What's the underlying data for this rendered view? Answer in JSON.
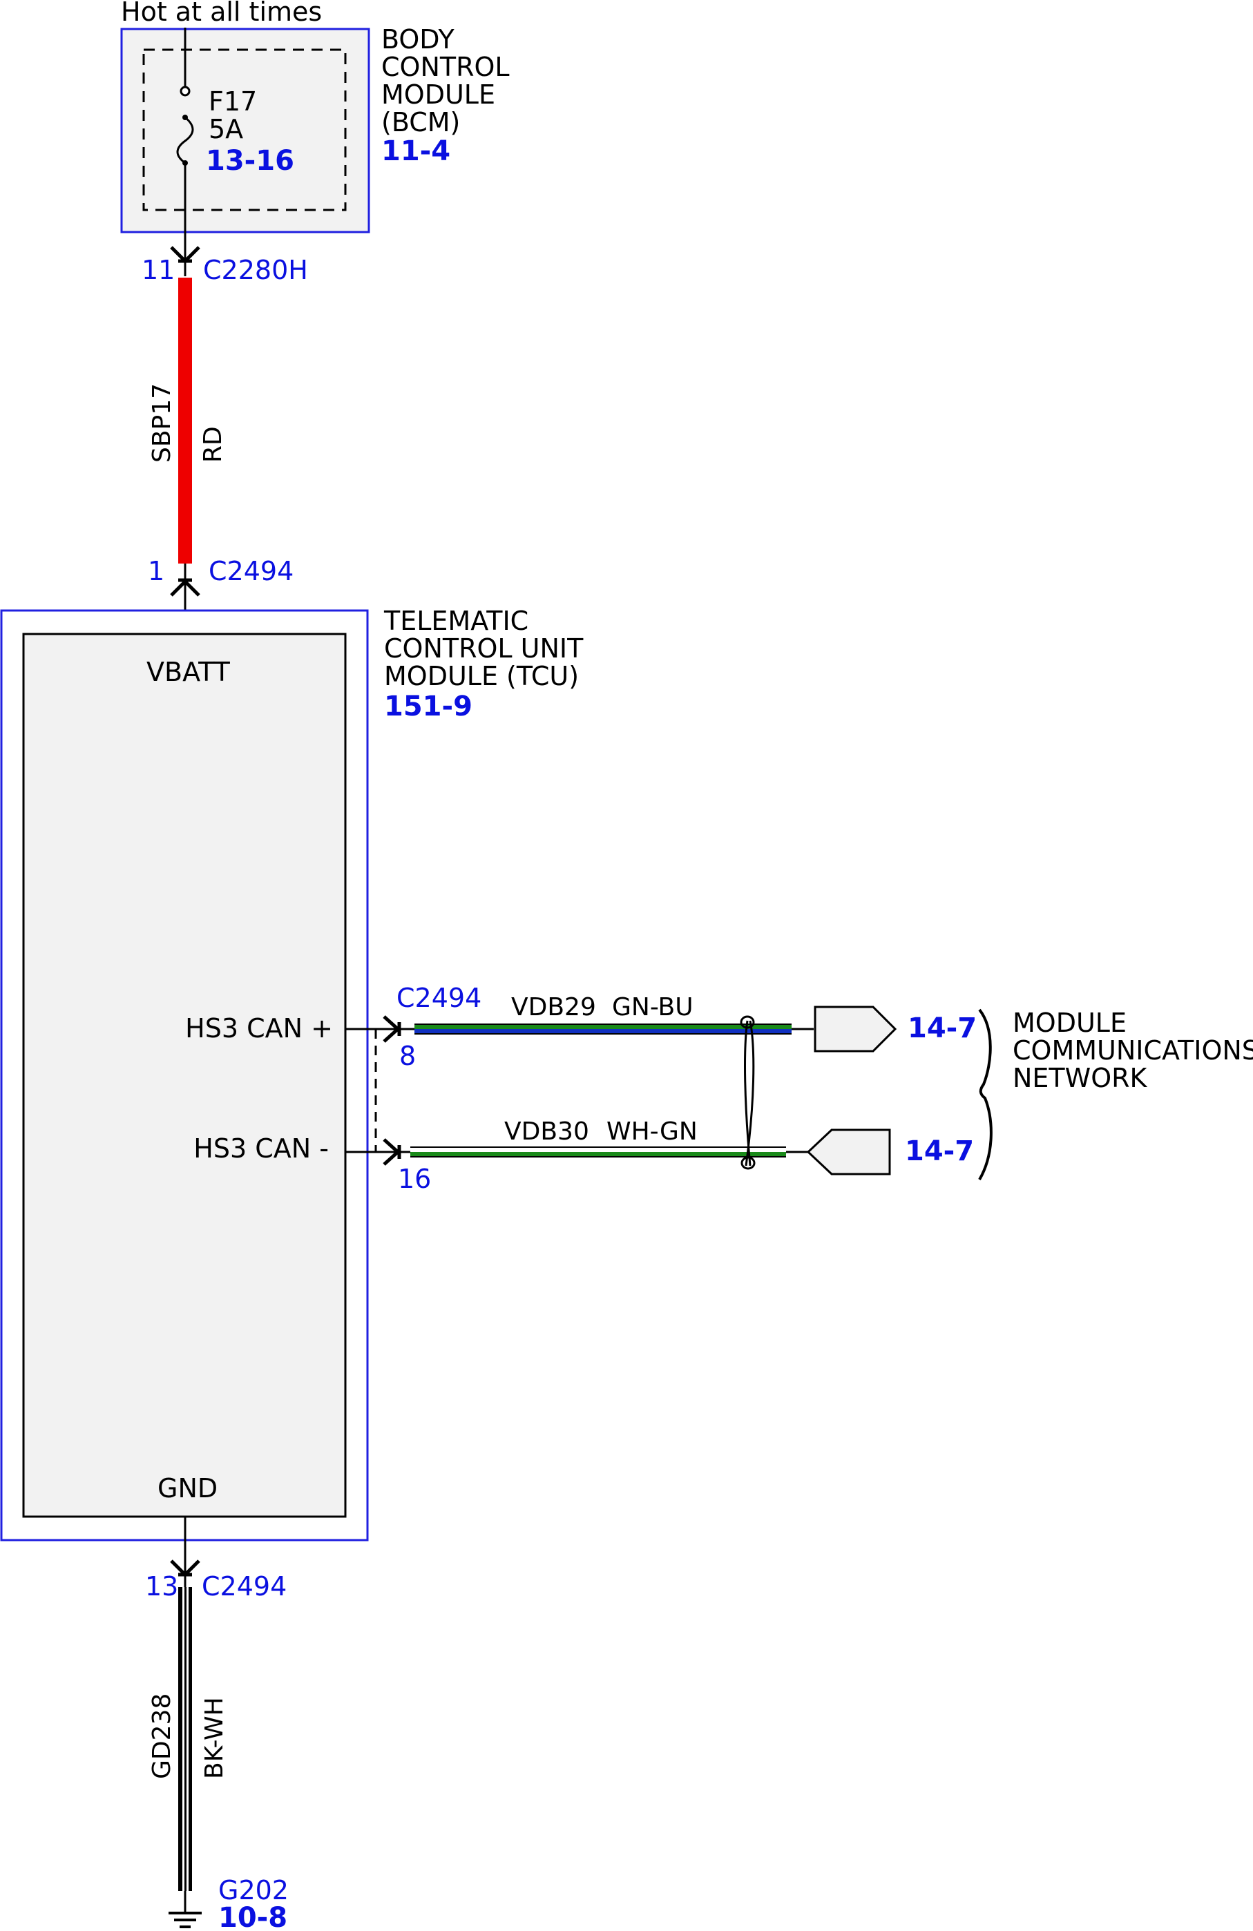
{
  "power": {
    "label": "Hot at all times"
  },
  "bcm": {
    "name_lines": [
      "BODY",
      "CONTROL",
      "MODULE",
      "(BCM)"
    ],
    "ref": "11-4",
    "fuse": {
      "name": "F17",
      "rating": "5A",
      "ref": "13-16"
    }
  },
  "feed_wire": {
    "circuit": "SBP17",
    "color": "RD",
    "color_hex": "#ee0000",
    "top_connector": {
      "pin": "11",
      "name": "C2280H"
    },
    "bottom_connector": {
      "pin": "1",
      "name": "C2494"
    }
  },
  "tcu": {
    "name_lines": [
      "TELEMATIC",
      "CONTROL UNIT",
      "MODULE (TCU)"
    ],
    "ref": "151-9",
    "pins": {
      "vbatt": "VBATT",
      "gnd": "GND",
      "can_hi": "HS3 CAN +",
      "can_lo": "HS3 CAN -"
    }
  },
  "can_bus": {
    "connector": "C2494",
    "hi": {
      "pin": "8",
      "circuit": "VDB29",
      "color": "GN-BU",
      "ref": "14-7",
      "colors_hex": [
        "#1a8a1a",
        "#1030c0"
      ]
    },
    "lo": {
      "pin": "16",
      "circuit": "VDB30",
      "color": "WH-GN",
      "ref": "14-7",
      "colors_hex": [
        "#ffffff",
        "#1a8a1a"
      ]
    },
    "network_lines": [
      "MODULE",
      "COMMUNICATIONS",
      "NETWORK"
    ]
  },
  "ground_wire": {
    "circuit": "GD238",
    "color": "BK-WH",
    "connector": {
      "pin": "13",
      "name": "C2494"
    },
    "ground": {
      "name": "G202",
      "ref": "10-8"
    }
  },
  "colors": {
    "module_border": "#2020e0",
    "module_fill": "#f2f2f2",
    "ref_text": "#0a10e0"
  }
}
